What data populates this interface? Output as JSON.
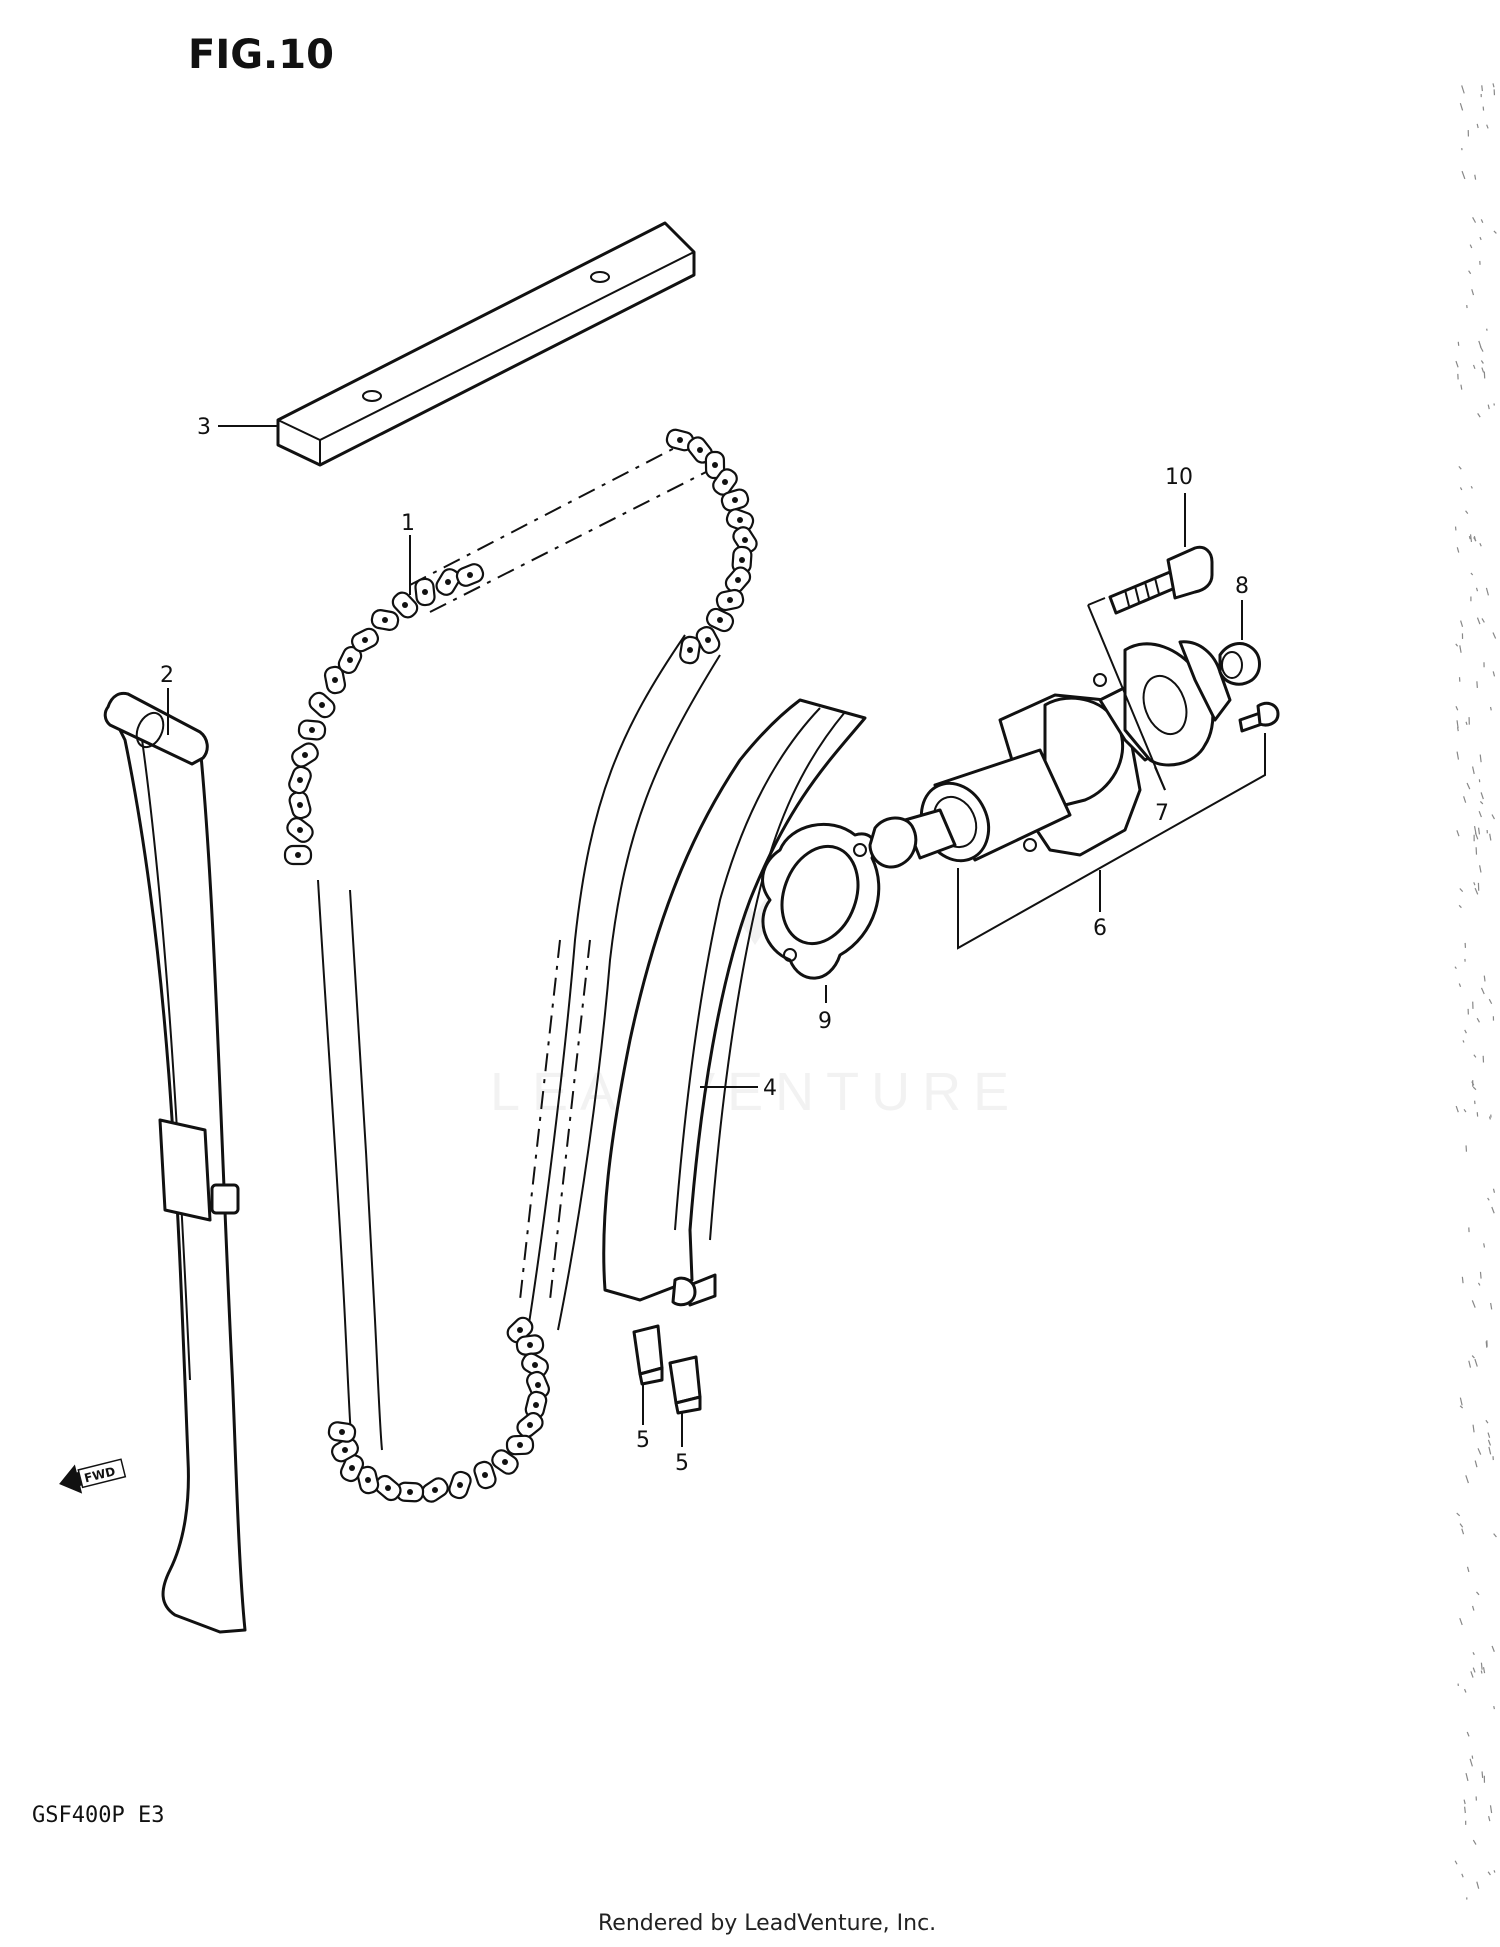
{
  "figure": {
    "title": "FIG.10",
    "model": "GSF400P  E3",
    "fwd_label": "FWD",
    "watermark": "LEADVENTURE",
    "footer": "Rendered by LeadVenture, Inc."
  },
  "callouts": [
    {
      "id": "1",
      "label": "1"
    },
    {
      "id": "2",
      "label": "2"
    },
    {
      "id": "3",
      "label": "3"
    },
    {
      "id": "4",
      "label": "4"
    },
    {
      "id": "5a",
      "label": "5"
    },
    {
      "id": "5b",
      "label": "5"
    },
    {
      "id": "6",
      "label": "6"
    },
    {
      "id": "7",
      "label": "7"
    },
    {
      "id": "8",
      "label": "8"
    },
    {
      "id": "9",
      "label": "9"
    },
    {
      "id": "10",
      "label": "10"
    }
  ]
}
